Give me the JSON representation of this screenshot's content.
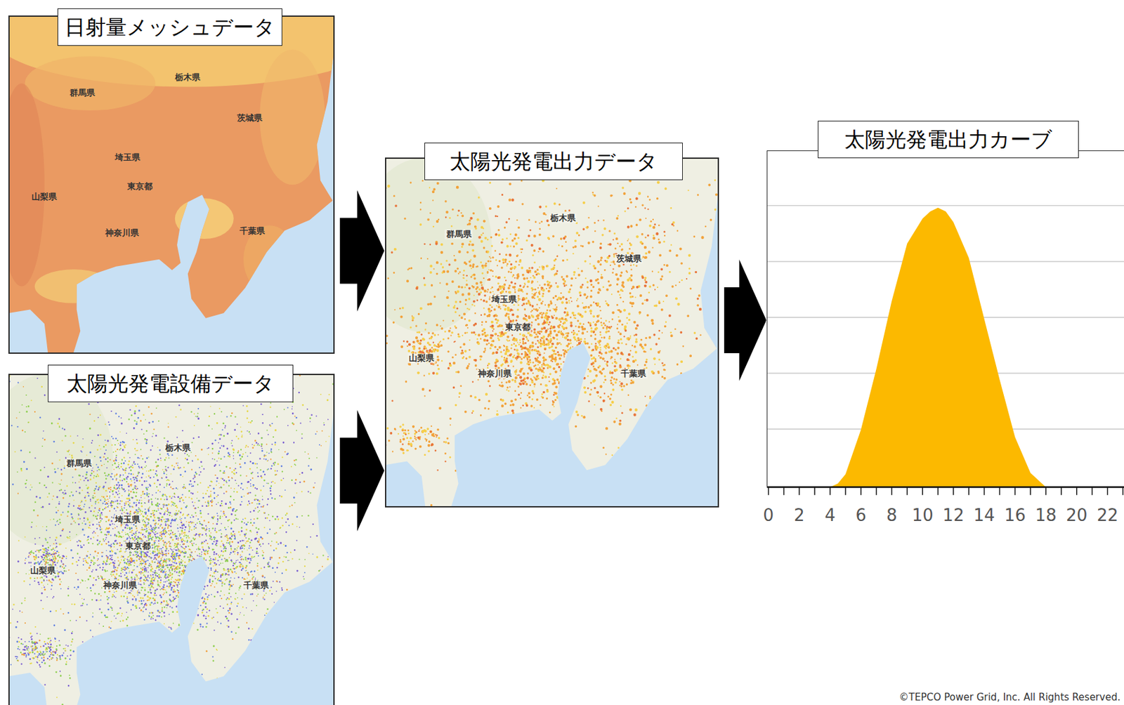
{
  "diagram": {
    "nodes": [
      {
        "text": [
          "日射量メッシュデータ"
        ]
      },
      {
        "text": [
          "太陽光発電設備データ"
        ]
      },
      {
        "text": [
          "太陽光発電出力データ"
        ]
      },
      {
        "text": [
          "太陽光発電出力カーブ"
        ]
      }
    ],
    "edges": [
      {
        "from": 0,
        "to": 2,
        "arrow": "to"
      },
      {
        "from": 1,
        "to": 2,
        "arrow": "to"
      },
      {
        "from": 2,
        "to": 3,
        "arrow": "to"
      }
    ],
    "labels": [
      "栃木県",
      "群馬県",
      "茨城県",
      "埼玉県",
      "東京都",
      "山梨県",
      "神奈川県",
      "千葉県",
      "栃木県",
      "群馬県",
      "埼玉県",
      "東京都",
      "山梨県",
      "神奈川県",
      "千葉県",
      "栃木県",
      "群馬県",
      "茨城県",
      "埼玉県",
      "東京都",
      "山梨県",
      "神奈川県",
      "千葉県",
      "0",
      "2",
      "4",
      "6",
      "8",
      "10",
      "12",
      "14",
      "16",
      "18",
      "20",
      "22",
      "©TEPCO Power Grid, Inc. All Rights Reserved."
    ]
  }
}
